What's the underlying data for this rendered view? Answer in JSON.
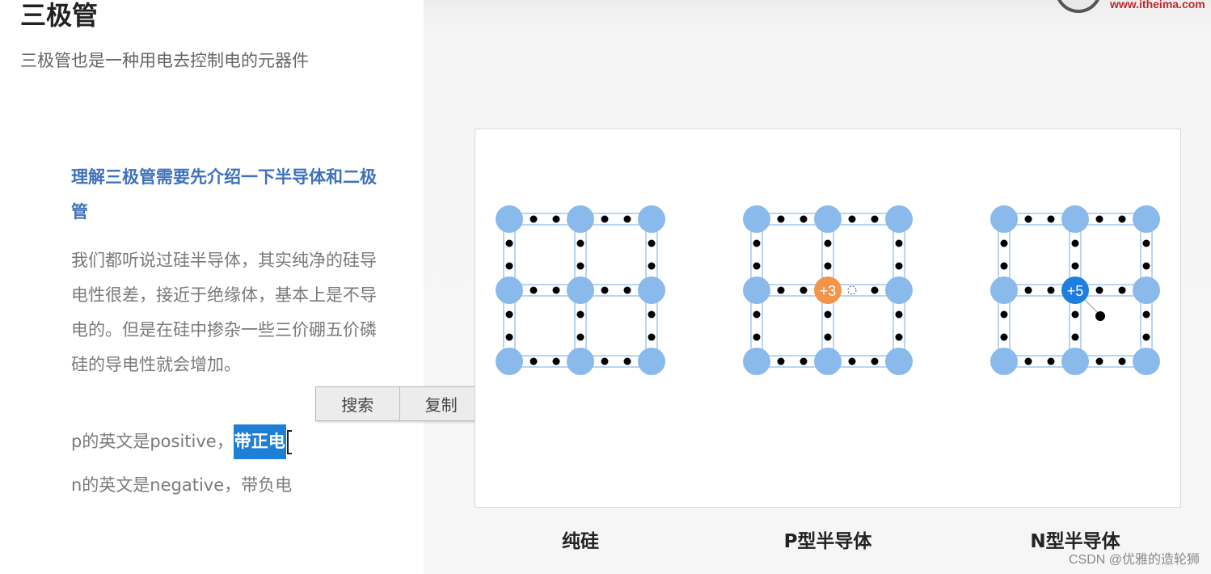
{
  "page": {
    "title": "三极管",
    "subtitle": "三极管也是一种用电去控制电的元器件"
  },
  "lesson": {
    "heading": "理解三极管需要先介绍一下半导体和二极管",
    "paragraph": "我们都听说过硅半导体，其实纯净的硅导电性很差，接近于绝缘体，基本上是不导电的。但是在硅中掺杂一些三价硼五价磷硅的导电性就会增加。",
    "p_line_prefix": "p的英文是positive，",
    "p_line_selected": "带正电",
    "n_line": "n的英文是negative，带负电"
  },
  "context_menu": {
    "search_label": "搜索",
    "copy_label": "复制"
  },
  "figure": {
    "diagrams": [
      {
        "caption": "纯硅",
        "dopant": null
      },
      {
        "caption": "P型半导体",
        "dopant": "+3"
      },
      {
        "caption": "N型半导体",
        "dopant": "+5"
      }
    ]
  },
  "branding": {
    "logo_url": "www.itheima.com",
    "watermark": "CSDN @优雅的造轮狮"
  },
  "colors": {
    "atom": "#8ab9ec",
    "p_dopant": "#f2954a",
    "n_dopant": "#1f7fe0",
    "heading": "#3f72ba",
    "selection": "#1e7fd6"
  }
}
